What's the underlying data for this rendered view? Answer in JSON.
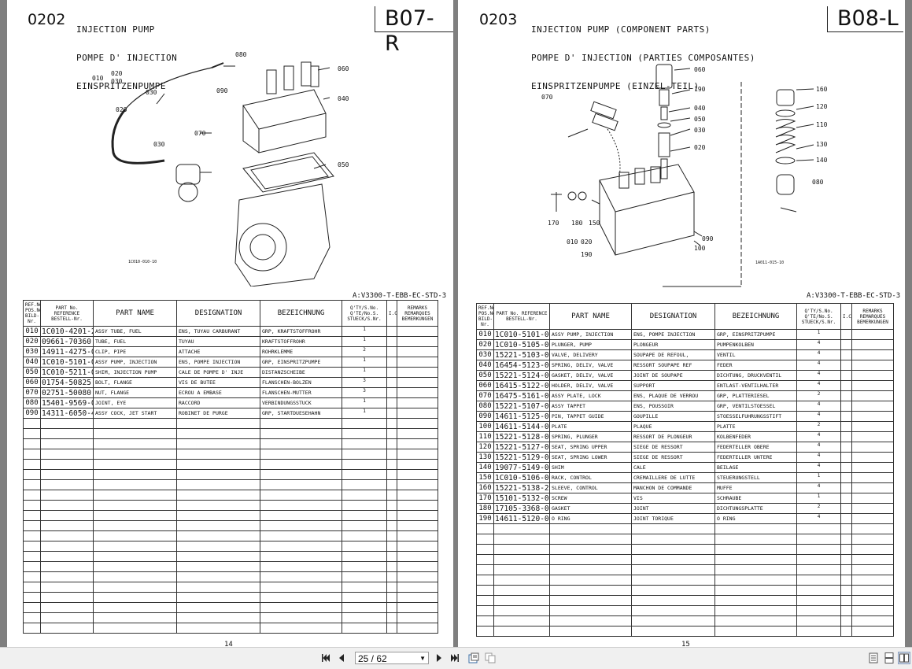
{
  "left_page": {
    "section_number": "0202",
    "titles": [
      "INJECTION PUMP",
      "POMPE D' INJECTION",
      "EINSPRITZENPUMPE"
    ],
    "page_code": "B07-R",
    "diagram_labels": [
      "080",
      "060",
      "010",
      "020",
      "030",
      "030",
      "090",
      "040",
      "020",
      "030",
      "070",
      "050"
    ],
    "figure_code": "1C010-010-10",
    "std_label": "A:V3300-T-EBB-EC-STD-3",
    "page_number": "14",
    "rows": [
      {
        "ref": "010",
        "part": "1C010-4201-2",
        "name": "ASSY TUBE, FUEL",
        "designation": "ENS, TUYAU CARBURANT",
        "bez": "GRP, KRAFTSTOFFROHR",
        "qty": "1"
      },
      {
        "ref": "020",
        "part": "09661-70360",
        "name": "TUBE, FUEL",
        "designation": "TUYAU",
        "bez": "KRAFTSTOFFROHR",
        "qty": "1"
      },
      {
        "ref": "030",
        "part": "14911-4275-0",
        "name": "CLIP, PIPE",
        "designation": "ATTACHE",
        "bez": "ROHRKLEMME",
        "qty": "2"
      },
      {
        "ref": "040",
        "part": "1C010-5101-0",
        "name": "ASSY PUMP, INJECTION",
        "designation": "ENS, POMPE INJECTION",
        "bez": "GRP, EINSPRITZPUMPE",
        "qty": "1"
      },
      {
        "ref": "050",
        "part": "1C010-5211-0",
        "name": "SHIM, INJECTION PUMP",
        "designation": "CALE DE POMPE D' INJE",
        "bez": "DISTANZSCHEIBE",
        "qty": "1"
      },
      {
        "ref": "060",
        "part": "01754-50825",
        "name": "BOLT, FLANGE",
        "designation": "VIS DE BUTEE",
        "bez": "FLANSCHEN-BOLZEN",
        "qty": "3"
      },
      {
        "ref": "070",
        "part": "02751-50080",
        "name": "NUT, FLANGE",
        "designation": "ECROU A EMBASE",
        "bez": "FLANSCHEN-MUTTER",
        "qty": "3"
      },
      {
        "ref": "080",
        "part": "15401-9569-0",
        "name": "JOINT, EYE",
        "designation": "RACCORD",
        "bez": "VERBINDUNGSSTUCK",
        "qty": "1"
      },
      {
        "ref": "090",
        "part": "14311-6050-4",
        "name": "ASSY COCK, JET START",
        "designation": "ROBINET DE PURGE",
        "bez": "GRP, STARTDUESEHAHN",
        "qty": "1"
      }
    ]
  },
  "right_page": {
    "section_number": "0203",
    "titles": [
      "INJECTION PUMP (COMPONENT PARTS)",
      "POMPE D' INJECTION (PARTIES COMPOSANTES)",
      "EINSPRITZENPUMPE (EINZEL-TEIL)"
    ],
    "page_code": "B08-L",
    "diagram_labels": [
      "060",
      "190",
      "040",
      "050",
      "030",
      "020",
      "070",
      "160",
      "120",
      "110",
      "130",
      "140",
      "080",
      "170",
      "180",
      "150",
      "090",
      "100",
      "010",
      "020",
      "190"
    ],
    "figure_code": "1A011-015-10",
    "std_label": "A:V3300-T-EBB-EC-STD-3",
    "page_number": "15",
    "rows": [
      {
        "ref": "010",
        "part": "1C010-5101-0",
        "name": "ASSY PUMP, INJECTION",
        "designation": "ENS, POMPE INJECTION",
        "bez": "GRP, EINSPRITZPUMPE",
        "qty": "1"
      },
      {
        "ref": "020",
        "part": "1C010-5105-0",
        "name": "PLUNGER, PUMP",
        "designation": "PLONGEUR",
        "bez": "PUMPENKOLBEN",
        "qty": "4"
      },
      {
        "ref": "030",
        "part": "15221-5103-0",
        "name": "VALVE, DELIVERY",
        "designation": "SOUPAPE DE REFOUL,",
        "bez": "VENTIL",
        "qty": "4"
      },
      {
        "ref": "040",
        "part": "16454-5123-0",
        "name": "SPRING, DELIV, VALVE",
        "designation": "RESSORT SOUPAPE REF",
        "bez": "FEDER",
        "qty": "4"
      },
      {
        "ref": "050",
        "part": "15221-5124-0",
        "name": "GASKET, DELIV, VALVE",
        "designation": "JOINT DE SOUPAPE",
        "bez": "DICHTUNG, DRUCKVENTIL",
        "qty": "4"
      },
      {
        "ref": "060",
        "part": "16415-5122-0",
        "name": "HOLDER, DELIV, VALVE",
        "designation": "SUPPORT",
        "bez": "ENTLAST-VENTILHALTER",
        "qty": "4"
      },
      {
        "ref": "070",
        "part": "16475-5161-0",
        "name": "ASSY PLATE, LOCK",
        "designation": "ENS, PLAQUE DE VERROU",
        "bez": "GRP, PLATTERIESEL",
        "qty": "2"
      },
      {
        "ref": "080",
        "part": "15221-5107-0",
        "name": "ASSY TAPPET",
        "designation": "ENS, POUSSOIR",
        "bez": "GRP, VENTILSTOESSEL",
        "qty": "4"
      },
      {
        "ref": "090",
        "part": "14611-5125-0",
        "name": "PIN, TAPPET GUIDE",
        "designation": "GOUPILLE",
        "bez": "STOESSELFUHRUNGSSTIFT",
        "qty": "4"
      },
      {
        "ref": "100",
        "part": "14611-5144-0",
        "name": "PLATE",
        "designation": "PLAQUE",
        "bez": "PLATTE",
        "qty": "2"
      },
      {
        "ref": "110",
        "part": "15221-5128-0",
        "name": "SPRING, PLUNGER",
        "designation": "RESSORT DE PLONGEUR",
        "bez": "KOLBENFEDER",
        "qty": "4"
      },
      {
        "ref": "120",
        "part": "15221-5127-0",
        "name": "SEAT, SPRING UPPER",
        "designation": "SIEGE DE RESSORT",
        "bez": "FEDERTELLER OBERE",
        "qty": "4"
      },
      {
        "ref": "130",
        "part": "15221-5129-0",
        "name": "SEAT, SPRING LOWER",
        "designation": "SIEGE DE RESSORT",
        "bez": "FEDERTELLER UNTERE",
        "qty": "4"
      },
      {
        "ref": "140",
        "part": "19077-5149-0",
        "name": "SHIM",
        "designation": "CALE",
        "bez": "BEILAGE",
        "qty": "4"
      },
      {
        "ref": "150",
        "part": "1C010-5106-0",
        "name": "RACK, CONTROL",
        "designation": "CREMAILLERE DE LUTTE",
        "bez": "STEUERUNGSTELL",
        "qty": "1"
      },
      {
        "ref": "160",
        "part": "15221-5138-2",
        "name": "SLEEVE, CONTROL",
        "designation": "MANCHON DE COMMANDE",
        "bez": "MUFFE",
        "qty": "4"
      },
      {
        "ref": "170",
        "part": "15101-5132-0",
        "name": "SCREW",
        "designation": "VIS",
        "bez": "SCHRAUBE",
        "qty": "1"
      },
      {
        "ref": "180",
        "part": "17105-3368-0",
        "name": "GASKET",
        "designation": "JOINT",
        "bez": "DICHTUNGSPLATTE",
        "qty": "2"
      },
      {
        "ref": "190",
        "part": "14611-5120-0",
        "name": "O RING",
        "designation": "JOINT TORIQUE",
        "bez": "O RING",
        "qty": "4"
      }
    ]
  },
  "table_headers": {
    "ref": "REF.No POS.No BILD-Nr.",
    "part_no": "PART No. REFERENCE BESTELL-Nr.",
    "part_name": "PART NAME",
    "designation": "DESIGNATION",
    "bezeichnung": "BEZEICHNUNG",
    "qty": "Q'TY/S.No. Q'TE/No.S. STUECK/S.Nr.",
    "ic": "I.C.",
    "remarks": "REMARKS REMARQUES BEMERKUNGEN"
  },
  "viewer": {
    "page_indicator": "25 / 62",
    "icons": [
      "first-page-icon",
      "prev-page-icon",
      "next-page-icon",
      "last-page-icon",
      "toc-icon",
      "copy-icon",
      "single-page-icon",
      "continuous-icon",
      "two-page-icon"
    ]
  }
}
